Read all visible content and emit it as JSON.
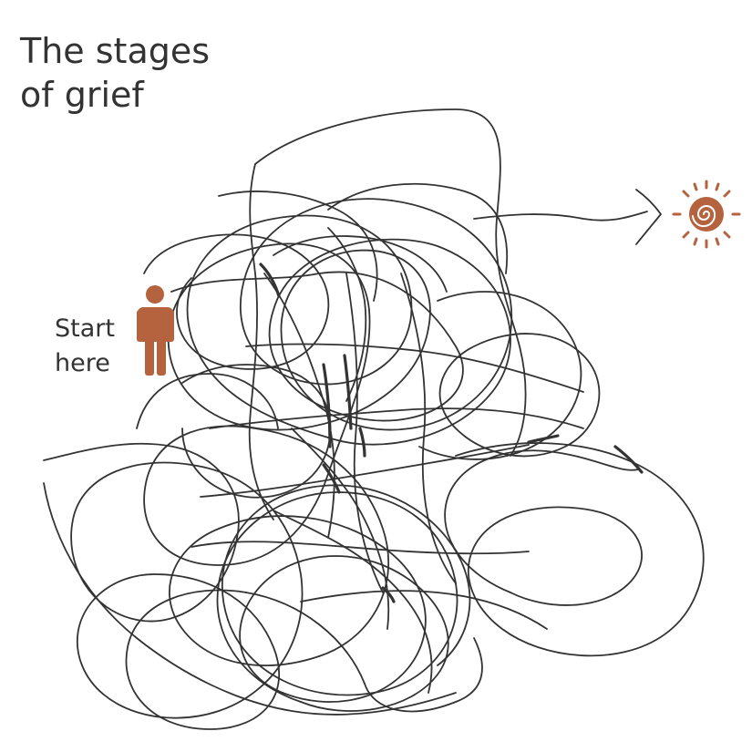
{
  "title": {
    "line1": "The stages",
    "line2": "of grief"
  },
  "start_label": {
    "line1": "Start",
    "line2": "here"
  },
  "icons": {
    "start": "person-icon",
    "end": "sun-icon"
  },
  "colors": {
    "text": "#333333",
    "scribble": "#333333",
    "accent": "#b5623e"
  }
}
